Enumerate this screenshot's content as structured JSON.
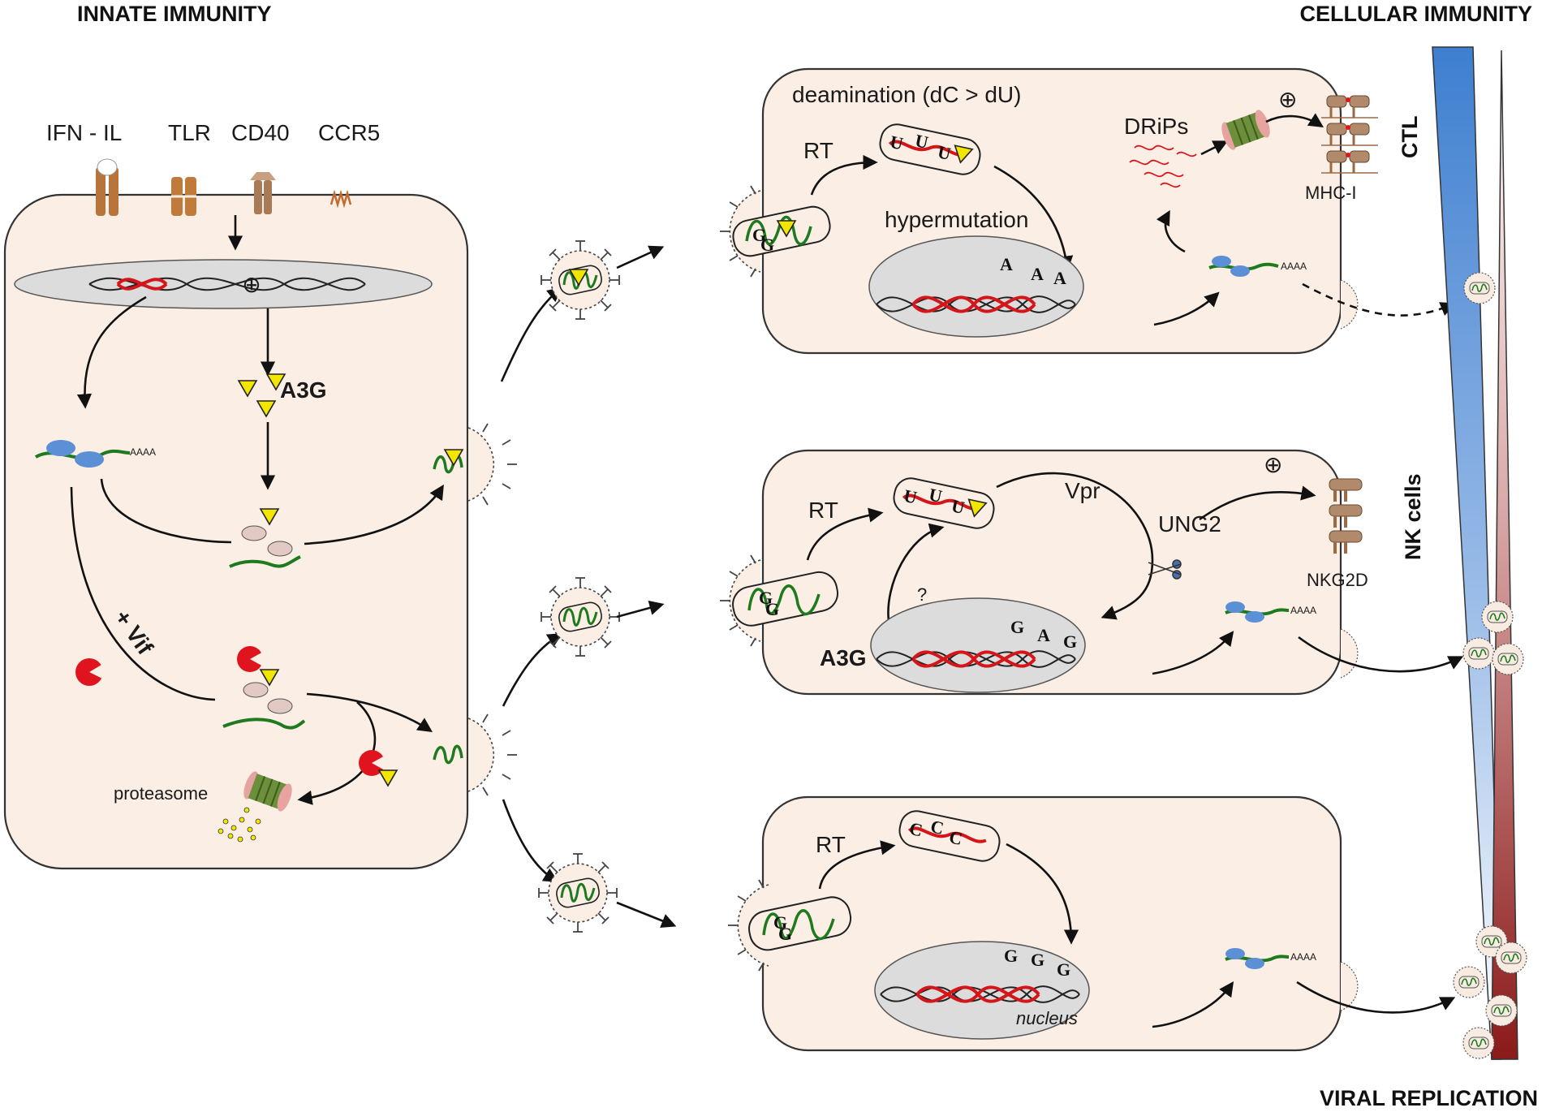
{
  "headers": {
    "innate": "INNATE IMMUNITY",
    "cellular": "CELLULAR IMMUNITY",
    "viral": "VIRAL REPLICATION"
  },
  "receptors": [
    "IFN - IL",
    "TLR",
    "CD40",
    "CCR5"
  ],
  "left_cell": {
    "a3g": "A3G",
    "polyA": "AAAA",
    "vif": "+ Vif",
    "proteasome": "proteasome",
    "plus": "⊕"
  },
  "cell_top": {
    "deamination": "deamination (dC > dU)",
    "rt": "RT",
    "hypermutation": "hypermutation",
    "drips": "DRiPs",
    "mhc": "MHC-I",
    "cdna_bases": [
      "U",
      "U",
      "U"
    ],
    "nuc_bases": [
      "A",
      "A",
      "A"
    ],
    "template": [
      "G",
      "G"
    ],
    "polyA": "AAAA",
    "plus": "⊕"
  },
  "cell_mid": {
    "rt": "RT",
    "vpr": "Vpr",
    "ung2": "UNG2",
    "question": "?",
    "a3g": "A3G",
    "nkg2d": "NKG2D",
    "cdna_bases": [
      "U",
      "U",
      "U"
    ],
    "nuc_bases": [
      "G",
      "A",
      "G"
    ],
    "template": [
      "G",
      "G"
    ],
    "polyA": "AAAA",
    "plus": "⊕"
  },
  "cell_bot": {
    "rt": "RT",
    "nucleus": "nucleus",
    "cdna_bases": [
      "C",
      "C",
      "C"
    ],
    "nuc_bases": [
      "G",
      "G",
      "G"
    ],
    "template": [
      "G",
      "G"
    ],
    "polyA": "AAAA"
  },
  "side": {
    "ctl": "CTL",
    "nk": "NK cells"
  },
  "colors": {
    "cytoplasm": "#fbeee4",
    "rna": "#1f7a1f",
    "a3g": "#f2e600",
    "vif": "#e0141e",
    "ribosome": "#5b8fd6",
    "ctl_bar": "#3e7fd0",
    "viral_bar": "#8b1a1a"
  }
}
